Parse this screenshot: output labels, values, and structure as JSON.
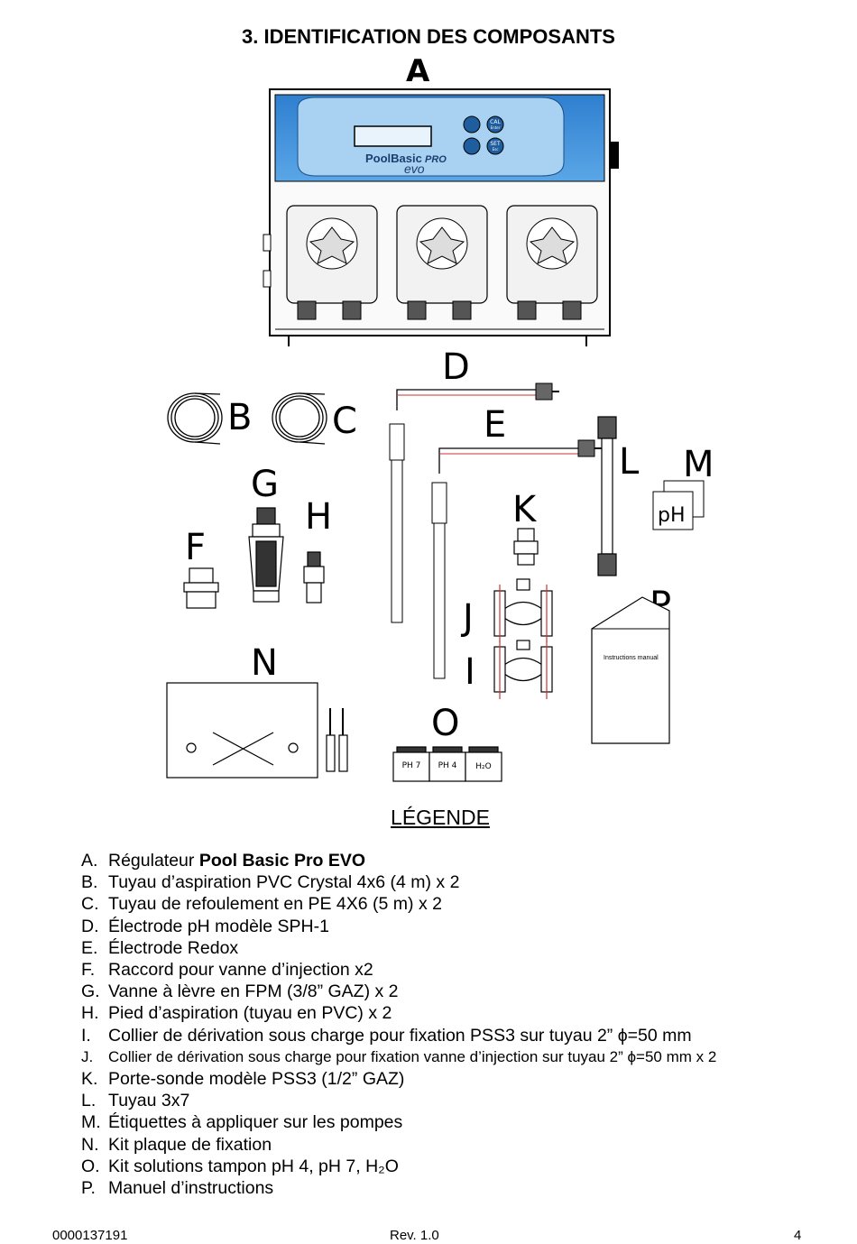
{
  "page": {
    "title": "3. IDENTIFICATION DES COMPOSANTS",
    "legend_title": "LÉGENDE"
  },
  "figure": {
    "letters": [
      "A",
      "B",
      "C",
      "D",
      "E",
      "F",
      "G",
      "H",
      "I",
      "J",
      "K",
      "L",
      "M",
      "N",
      "O",
      "P"
    ],
    "device_brand": "PoolBasic",
    "device_model": "PRO",
    "device_suffix": "evo",
    "btn_cal": "CAL",
    "btn_cal_sub": "Enter",
    "btn_set": "SET",
    "btn_set_sub": "Esc",
    "label_ph": "pH",
    "manual_text": "Instructions manual",
    "bottles": [
      "PH 7",
      "PH 4",
      "H₂O"
    ]
  },
  "legend": [
    {
      "key": "A.",
      "text": "Régulateur ",
      "bold": "Pool Basic Pro EVO"
    },
    {
      "key": "B.",
      "text": "Tuyau d’aspiration PVC Crystal 4x6 (4 m) x 2"
    },
    {
      "key": "C.",
      "text": "Tuyau de refoulement en PE 4X6 (5 m) x 2"
    },
    {
      "key": "D.",
      "text": "Électrode pH modèle SPH-1"
    },
    {
      "key": "E.",
      "text": "Électrode Redox"
    },
    {
      "key": "F.",
      "text": "Raccord pour vanne d’injection x2"
    },
    {
      "key": "G.",
      "text": "Vanne à lèvre en FPM (3/8” GAZ) x 2"
    },
    {
      "key": "H.",
      "text": "Pied d’aspiration (tuyau en PVC) x 2"
    },
    {
      "key": "I.",
      "text": "Collier de dérivation sous charge pour fixation PSS3 sur tuyau 2” ϕ=50 mm"
    },
    {
      "key": "J.",
      "text": "Collier de dérivation sous charge pour fixation vanne d’injection sur tuyau 2” ϕ=50 mm x 2"
    },
    {
      "key": "K.",
      "text": "Porte-sonde modèle PSS3 (1/2” GAZ)"
    },
    {
      "key": "L.",
      "text": "Tuyau 3x7"
    },
    {
      "key": "M.",
      "text": "Étiquettes à appliquer sur les pompes"
    },
    {
      "key": "N.",
      "text": "Kit plaque de fixation"
    },
    {
      "key": "O.",
      "text": "Kit solutions tampon pH 4, pH 7, H₂O"
    },
    {
      "key": "P.",
      "text": "Manuel d’instructions"
    }
  ],
  "footer": {
    "doc_number": "0000137191",
    "revision": "Rev. 1.0",
    "page_number": "4"
  }
}
